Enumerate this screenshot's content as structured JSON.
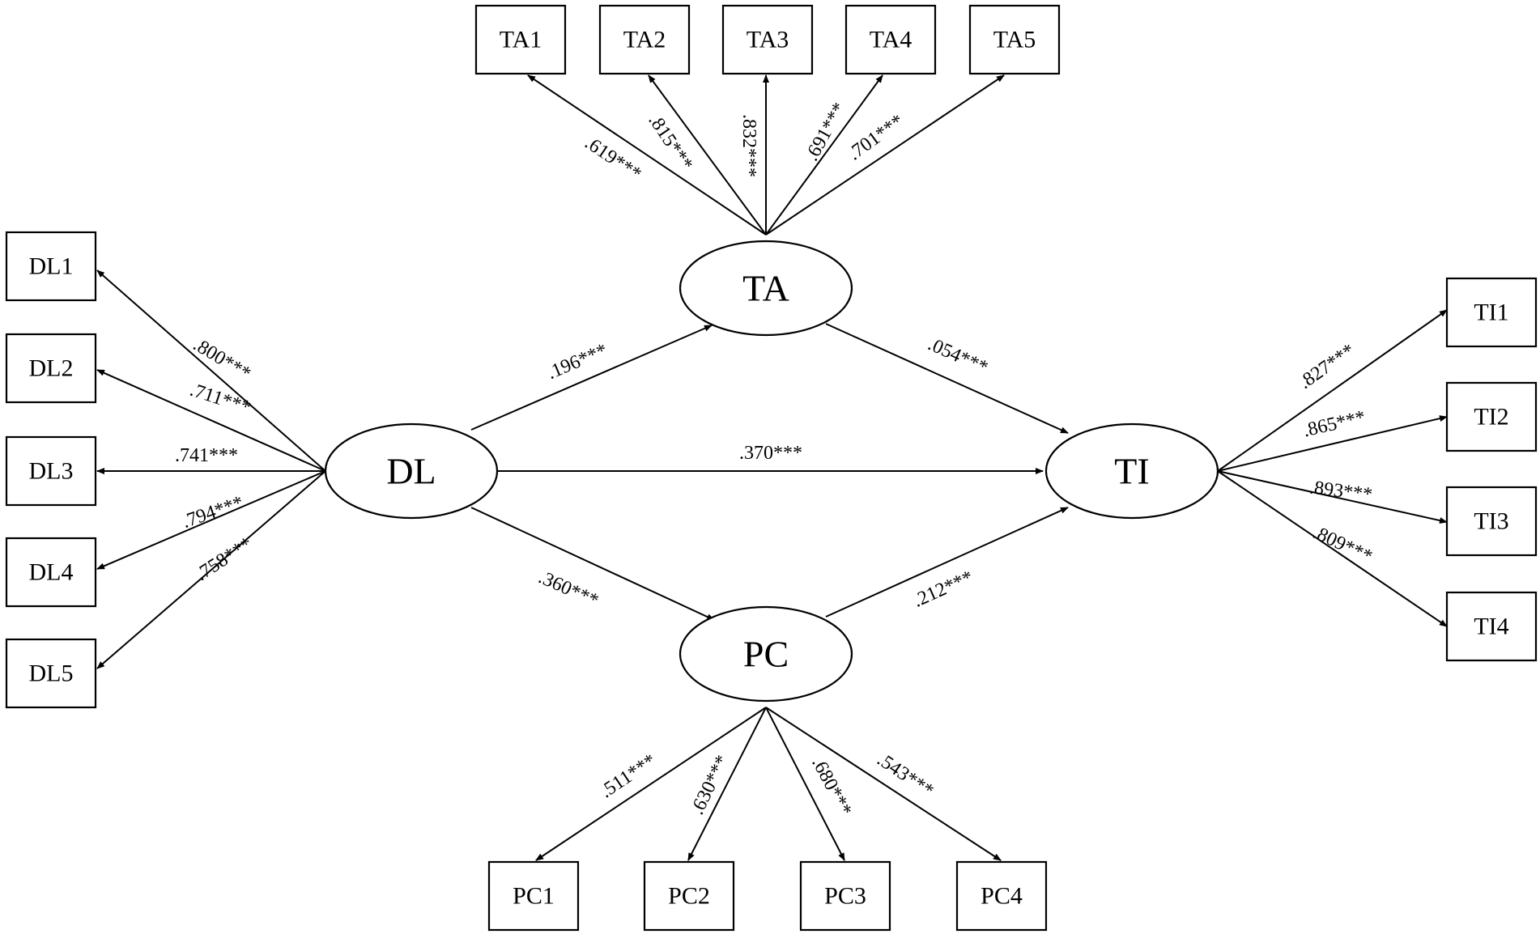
{
  "latents": [
    {
      "id": "DL",
      "label": "DL"
    },
    {
      "id": "TA",
      "label": "TA"
    },
    {
      "id": "TI",
      "label": "TI"
    },
    {
      "id": "PC",
      "label": "PC"
    }
  ],
  "indicators": [
    {
      "id": "DL1",
      "label": "DL1",
      "factor": "DL",
      "loading": ".800***"
    },
    {
      "id": "DL2",
      "label": "DL2",
      "factor": "DL",
      "loading": ".711***"
    },
    {
      "id": "DL3",
      "label": "DL3",
      "factor": "DL",
      "loading": ".741***"
    },
    {
      "id": "DL4",
      "label": "DL4",
      "factor": "DL",
      "loading": ".794***"
    },
    {
      "id": "DL5",
      "label": "DL5",
      "factor": "DL",
      "loading": ".758***"
    },
    {
      "id": "TA1",
      "label": "TA1",
      "factor": "TA",
      "loading": ".619***"
    },
    {
      "id": "TA2",
      "label": "TA2",
      "factor": "TA",
      "loading": ".815***"
    },
    {
      "id": "TA3",
      "label": "TA3",
      "factor": "TA",
      "loading": ".832***"
    },
    {
      "id": "TA4",
      "label": "TA4",
      "factor": "TA",
      "loading": ".691***"
    },
    {
      "id": "TA5",
      "label": "TA5",
      "factor": "TA",
      "loading": ".701***"
    },
    {
      "id": "TI1",
      "label": "TI1",
      "factor": "TI",
      "loading": ".827***"
    },
    {
      "id": "TI2",
      "label": "TI2",
      "factor": "TI",
      "loading": ".865***"
    },
    {
      "id": "TI3",
      "label": "TI3",
      "factor": "TI",
      "loading": ".893***"
    },
    {
      "id": "TI4",
      "label": "TI4",
      "factor": "TI",
      "loading": ".809***"
    },
    {
      "id": "PC1",
      "label": "PC1",
      "factor": "PC",
      "loading": ".511***"
    },
    {
      "id": "PC2",
      "label": "PC2",
      "factor": "PC",
      "loading": ".630***"
    },
    {
      "id": "PC3",
      "label": "PC3",
      "factor": "PC",
      "loading": ".680***"
    },
    {
      "id": "PC4",
      "label": "PC4",
      "factor": "PC",
      "loading": ".543***"
    }
  ],
  "paths": [
    {
      "from": "DL",
      "to": "TA",
      "coef": ".196***"
    },
    {
      "from": "TA",
      "to": "TI",
      "coef": ".054***"
    },
    {
      "from": "DL",
      "to": "TI",
      "coef": ".370***"
    },
    {
      "from": "DL",
      "to": "PC",
      "coef": ".360***"
    },
    {
      "from": "PC",
      "to": "TI",
      "coef": ".212***"
    }
  ]
}
